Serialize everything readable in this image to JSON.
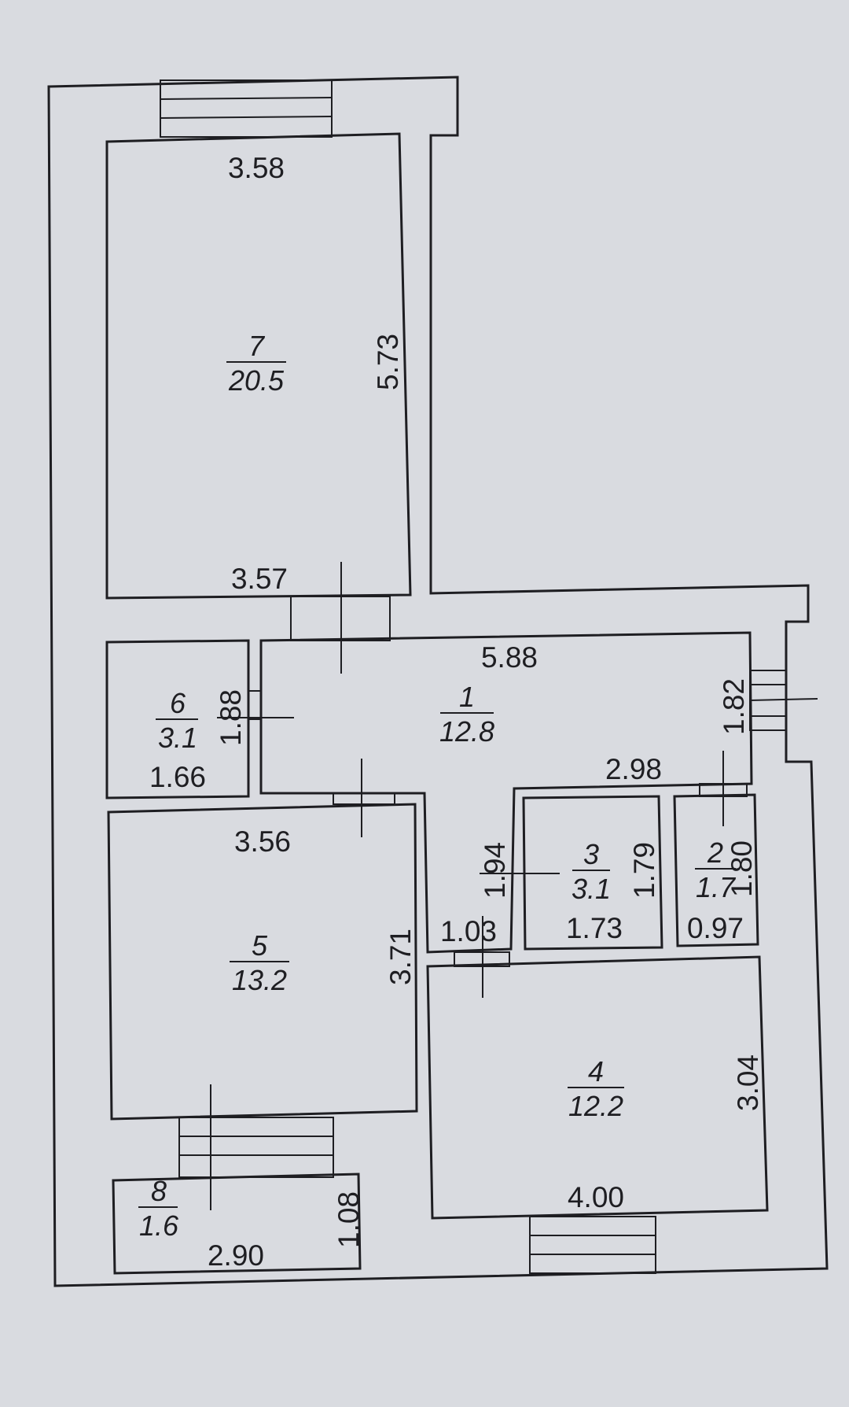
{
  "rooms": [
    {
      "id": "7",
      "area": "20.5"
    },
    {
      "id": "6",
      "area": "3.1"
    },
    {
      "id": "1",
      "area": "12.8"
    },
    {
      "id": "5",
      "area": "13.2"
    },
    {
      "id": "3",
      "area": "3.1"
    },
    {
      "id": "2",
      "area": "1.7"
    },
    {
      "id": "4",
      "area": "12.2"
    },
    {
      "id": "8",
      "area": "1.6"
    }
  ],
  "dims": {
    "r7_top": "3.58",
    "r7_right": "5.73",
    "r7_bottom": "3.57",
    "r1_top": "5.88",
    "r1_right": "1.82",
    "r6_side": "1.88",
    "r6_bottom": "1.66",
    "corridor_top": "2.98",
    "r5_top": "3.56",
    "r5_right": "3.71",
    "r3_left": "1.94",
    "r3_right": "1.79",
    "r3_bottom": "1.73",
    "r2_side": "1.80",
    "r2_bottom": "0.97",
    "passage": "1.03",
    "r4_right": "3.04",
    "r4_bottom": "4.00",
    "r8_side": "1.08",
    "r8_bottom": "2.90"
  },
  "colors": {
    "paper": "#d9dbe0",
    "ink": "#1e1e22"
  }
}
